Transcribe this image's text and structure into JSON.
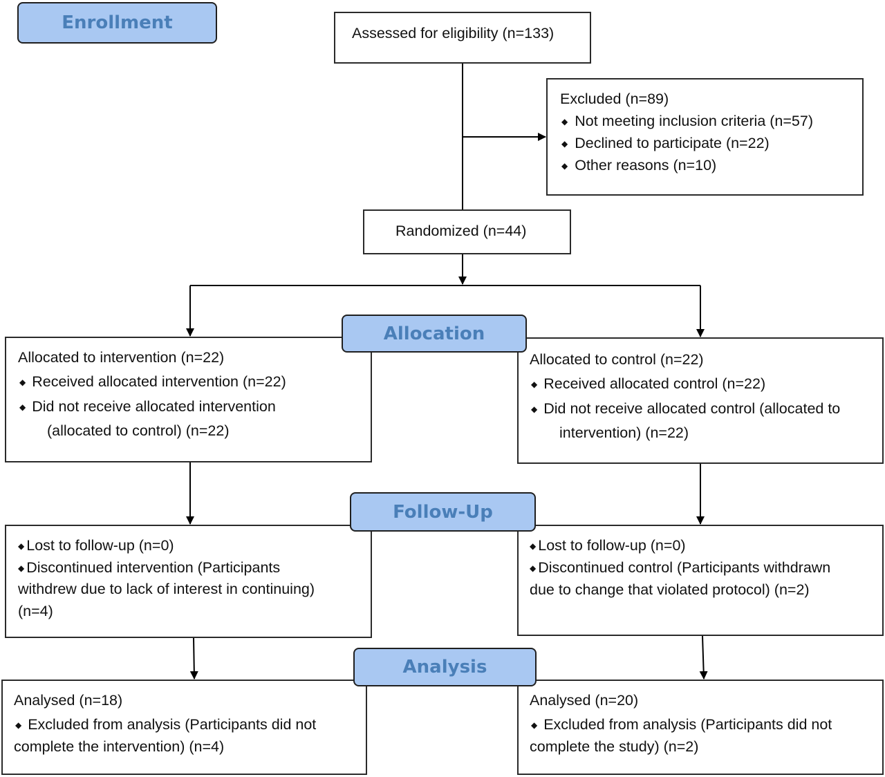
{
  "stages": {
    "enrollment": "Enrollment",
    "allocation": "Allocation",
    "followup": "Follow-Up",
    "analysis": "Analysis"
  },
  "assessed": "Assessed for eligibility (n=133)",
  "excluded": {
    "title": "Excluded  (n=89)",
    "items": [
      "Not meeting inclusion criteria (n=57)",
      "Declined to participate (n=22)",
      "Other reasons (n=10)"
    ]
  },
  "randomized": "Randomized (n=44)",
  "alloc_intervention": {
    "title": "Allocated to intervention (n=22)",
    "item1": "Received allocated intervention (n=22)",
    "item2_line1": "Did not receive allocated intervention",
    "item2_line2": "(allocated to control) (n=22)"
  },
  "alloc_control": {
    "title": "Allocated to control (n=22)",
    "item1": "Received allocated control (n=22)",
    "item2_line1": "Did not receive allocated control (allocated to",
    "item2_line2": "intervention) (n=22)"
  },
  "followup_intervention": {
    "item1": "Lost to follow-up (n=0)",
    "item2_line1": "Discontinued intervention (Participants",
    "item2_line2": "withdrew due to lack of interest in continuing)",
    "item2_line3": "(n=4)"
  },
  "followup_control": {
    "item1": "Lost to follow-up (n=0)",
    "item2_line1": "Discontinued control (Participants withdrawn",
    "item2_line2": "due to change that violated protocol) (n=2)"
  },
  "analysis_intervention": {
    "title": "Analysed  (n=18)",
    "item_line1": "Excluded from analysis (Participants did not",
    "item_line2": "complete the intervention) (n=4)"
  },
  "analysis_control": {
    "title": "Analysed  (n=20)",
    "item_line1": "Excluded from analysis (Participants did not",
    "item_line2": "complete the study) (n=2)"
  },
  "colors": {
    "stage_fill": "#a9c8f2",
    "stage_text": "#4a7fb8",
    "line": "#000000"
  }
}
